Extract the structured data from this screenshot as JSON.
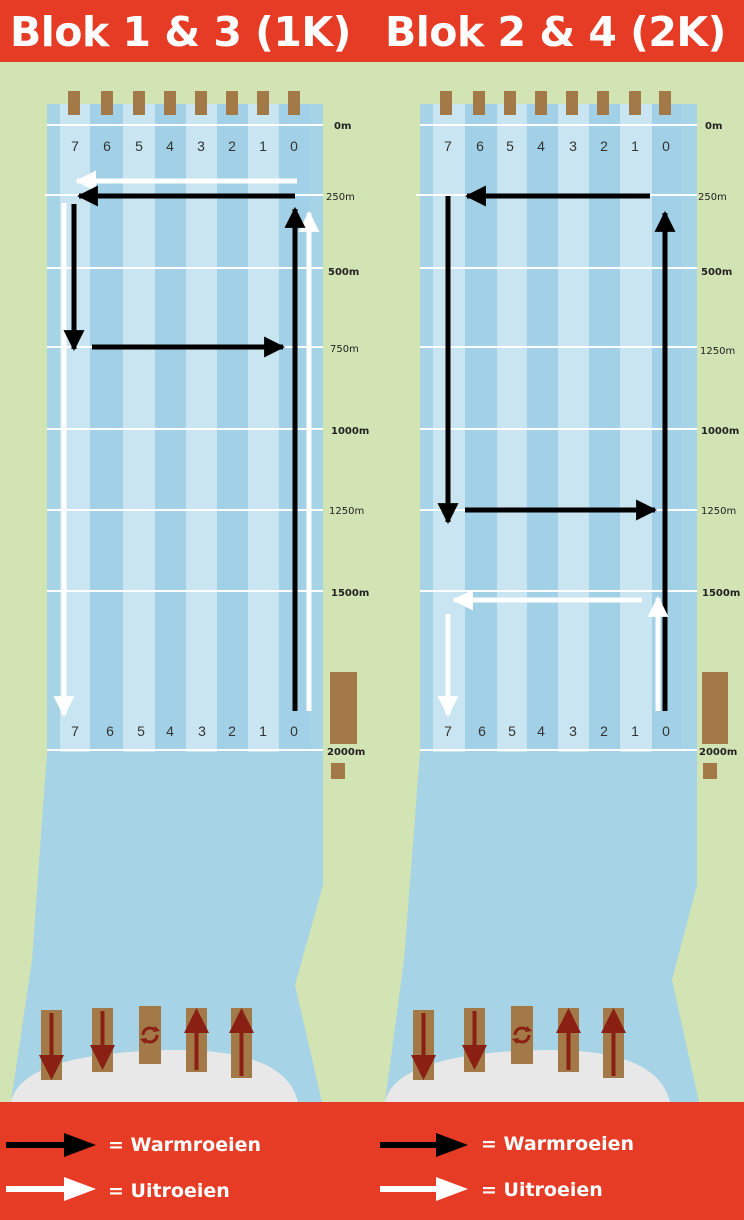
{
  "titles": {
    "left": "Blok 1 & 3 (1K)",
    "right": "Blok 2 & 4 (2K)"
  },
  "lanes": {
    "labels": [
      "7",
      "6",
      "5",
      "4",
      "3",
      "2",
      "1",
      "0"
    ]
  },
  "courses": {
    "left": {
      "distance_labels": [
        "0m",
        "250m",
        "500m",
        "750m",
        "1000m",
        "1250m",
        "1500m",
        "2000m"
      ]
    },
    "right": {
      "distance_labels": [
        "0m",
        "250m",
        "500m",
        "1250m",
        "1000m",
        "1250m",
        "1500m",
        "2000m"
      ]
    }
  },
  "legend": {
    "warmup": "= Warmroeien",
    "cooldown": "= Uitroeien"
  },
  "colors": {
    "title_bar": "#e63c26",
    "grass": "#d3e4b4",
    "water": "#a7d3e6",
    "lane_light": "#c8e5f1",
    "lane_dark": "#a2d0e6",
    "buoy": "#a47948",
    "warmup_arrow": "#000000",
    "cooldown_arrow": "#ffffff",
    "dock_arrow": "#8a2014"
  },
  "icons": {
    "warmup": "black-arrow-right-icon",
    "cooldown": "white-arrow-right-icon",
    "dock_down": "dark-red-arrow-down-icon",
    "dock_up": "dark-red-arrow-up-icon",
    "dock_turn": "circular-arrows-icon"
  }
}
